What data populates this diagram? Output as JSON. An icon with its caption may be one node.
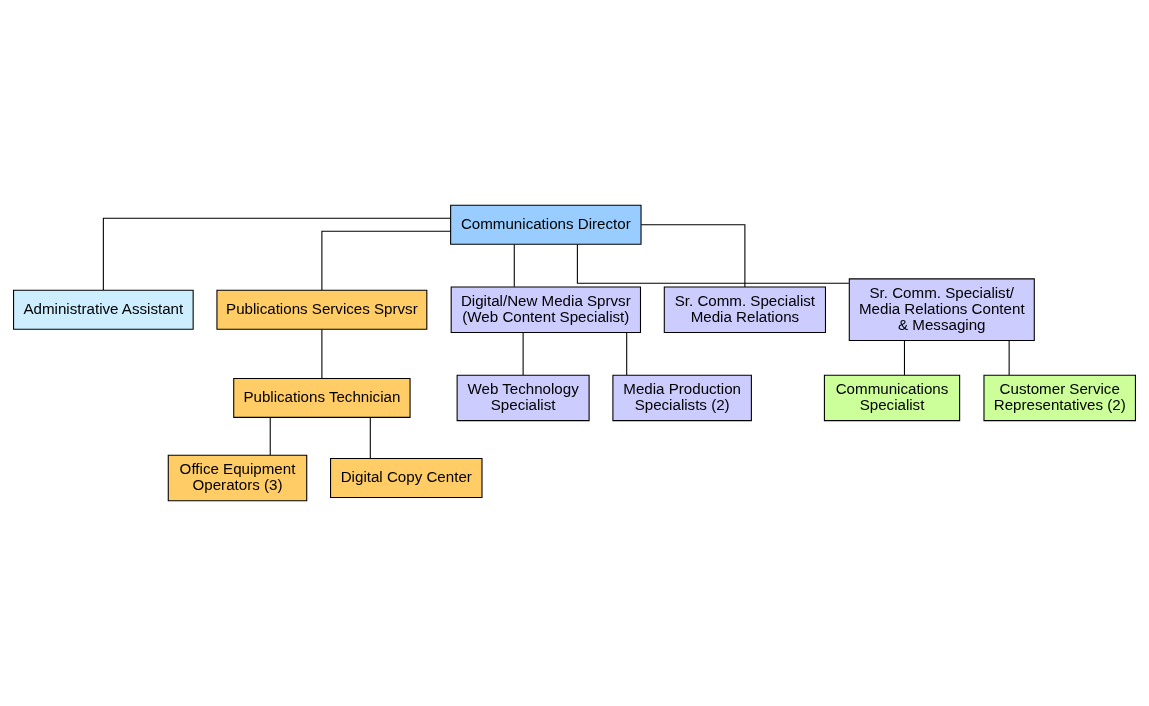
{
  "diagram": {
    "nodes": [
      {
        "text": [
          "Communications Director"
        ]
      },
      {
        "text": [
          "Administrative Assistant"
        ]
      },
      {
        "text": [
          "Publications Services Sprvsr"
        ]
      },
      {
        "text": [
          "Digital/New Media Sprvsr (Web Content Specialist)"
        ]
      },
      {
        "text": [
          "Sr. Comm. Specialist Media Relations"
        ]
      },
      {
        "text": [
          "Sr. Comm. Specialist/ Media Relations Content & Messaging"
        ]
      },
      {
        "text": [
          "Publications Technician"
        ]
      },
      {
        "text": [
          "Office Equipment Operators (3)"
        ]
      },
      {
        "text": [
          "Digital Copy Center"
        ]
      },
      {
        "text": [
          "Web Technology Specialist"
        ]
      },
      {
        "text": [
          "Media Production Specialists (2)"
        ]
      },
      {
        "text": [
          "Communications Specialist"
        ]
      },
      {
        "text": [
          "Customer Service Representatives (2)"
        ]
      }
    ],
    "edges": [
      {
        "from": 0,
        "to": 1,
        "arrow": "none"
      },
      {
        "from": 0,
        "to": 2,
        "arrow": "none"
      },
      {
        "from": 0,
        "to": 3,
        "arrow": "none"
      },
      {
        "from": 0,
        "to": 4,
        "arrow": "none"
      },
      {
        "from": 0,
        "to": 5,
        "arrow": "none"
      },
      {
        "from": 2,
        "to": 6,
        "arrow": "none"
      },
      {
        "from": 6,
        "to": 7,
        "arrow": "none"
      },
      {
        "from": 6,
        "to": 8,
        "arrow": "none"
      },
      {
        "from": 3,
        "to": 9,
        "arrow": "none"
      },
      {
        "from": 3,
        "to": 10,
        "arrow": "none"
      },
      {
        "from": 5,
        "to": 11,
        "arrow": "none"
      },
      {
        "from": 5,
        "to": 12,
        "arrow": "none"
      }
    ]
  }
}
